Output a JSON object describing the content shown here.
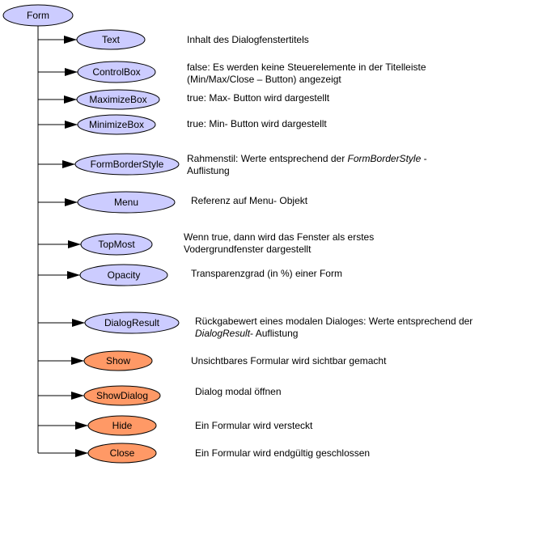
{
  "root": {
    "label": "Form"
  },
  "colors": {
    "property_fill": "#ccccff",
    "method_fill": "#ff9966",
    "stroke": "#000000",
    "background": "#ffffff"
  },
  "nodes": [
    {
      "id": "text",
      "kind": "property",
      "label": "Text",
      "description": [
        [
          {
            "t": "Inhalt des Dialogfenstertitels"
          }
        ]
      ]
    },
    {
      "id": "controlbox",
      "kind": "property",
      "label": "ControlBox",
      "description": [
        [
          {
            "t": "false: Es werden keine Steuerelemente in der Titelleiste"
          }
        ],
        [
          {
            "t": "(Min/Max/Close – Button) angezeigt"
          }
        ]
      ]
    },
    {
      "id": "maximizebox",
      "kind": "property",
      "label": "MaximizeBox",
      "description": [
        [
          {
            "t": "true: Max- Button wird dargestellt"
          }
        ]
      ]
    },
    {
      "id": "minimizebox",
      "kind": "property",
      "label": "MinimizeBox",
      "description": [
        [
          {
            "t": "true: Min- Button wird dargestellt"
          }
        ]
      ]
    },
    {
      "id": "formborderstyle",
      "kind": "property",
      "label": "FormBorderStyle",
      "description": [
        [
          {
            "t": "Rahmenstil: Werte entsprechend der "
          },
          {
            "t": "FormBorderStyle",
            "i": true
          },
          {
            "t": " -"
          }
        ],
        [
          {
            "t": "Auflistung"
          }
        ]
      ]
    },
    {
      "id": "menu",
      "kind": "property",
      "label": "Menu",
      "description": [
        [
          {
            "t": "Referenz auf Menu- Objekt"
          }
        ]
      ]
    },
    {
      "id": "topmost",
      "kind": "property",
      "label": "TopMost",
      "description": [
        [
          {
            "t": "Wenn true, dann wird das Fenster als erstes"
          }
        ],
        [
          {
            "t": "Vodergrundfenster dargestellt"
          }
        ]
      ]
    },
    {
      "id": "opacity",
      "kind": "property",
      "label": "Opacity",
      "description": [
        [
          {
            "t": "Transparenzgrad (in %) einer Form"
          }
        ]
      ]
    },
    {
      "id": "dialogresult",
      "kind": "property",
      "label": "DialogResult",
      "description": [
        [
          {
            "t": "Rückgabewert eines modalen Dialoges: Werte entsprechend der"
          }
        ],
        [
          {
            "t": "DialogResult",
            "i": true
          },
          {
            "t": "- Auflistung"
          }
        ]
      ]
    },
    {
      "id": "show",
      "kind": "method",
      "label": "Show",
      "description": [
        [
          {
            "t": "Unsichtbares Formular wird sichtbar gemacht"
          }
        ]
      ]
    },
    {
      "id": "showdialog",
      "kind": "method",
      "label": "ShowDialog",
      "description": [
        [
          {
            "t": "Dialog modal öffnen"
          }
        ]
      ]
    },
    {
      "id": "hide",
      "kind": "method",
      "label": "Hide",
      "description": [
        [
          {
            "t": "Ein Formular wird versteckt"
          }
        ]
      ]
    },
    {
      "id": "close",
      "kind": "method",
      "label": "Close",
      "description": [
        [
          {
            "t": "Ein Formular wird endgültig geschlossen"
          }
        ]
      ]
    }
  ]
}
